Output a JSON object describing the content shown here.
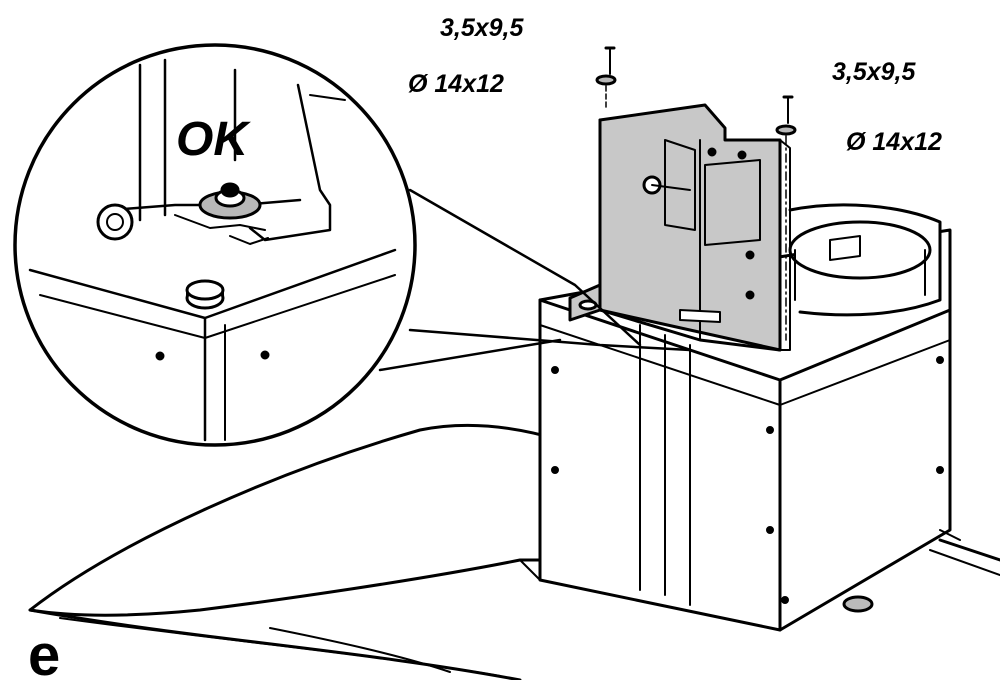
{
  "labels": {
    "screw_left": "3,5x9,5",
    "washer_left": "Ø 14x12",
    "screw_right": "3,5x9,5",
    "washer_right": "Ø 14x12",
    "detail_ok": "OK",
    "step": "e"
  },
  "colors": {
    "line": "#000000",
    "bracket_fill": "#c8c8c8",
    "washer_fill": "#b8b8b8",
    "background": "#ffffff"
  },
  "icons": [
    "screw-icon",
    "washer-icon",
    "magnifier-detail"
  ]
}
